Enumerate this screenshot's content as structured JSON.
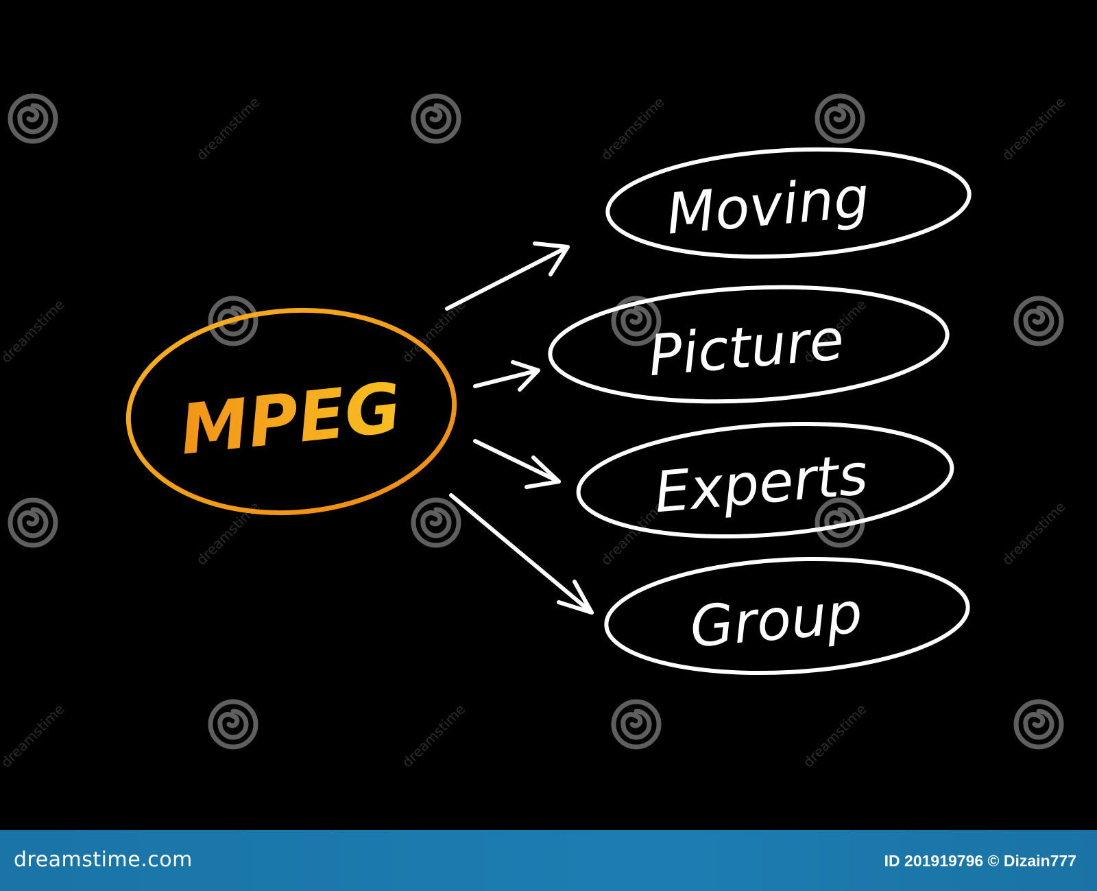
{
  "diagram": {
    "center": {
      "label": "MPEG",
      "color": "#f39b1c"
    },
    "nodes": [
      {
        "label": "Moving"
      },
      {
        "label": "Picture"
      },
      {
        "label": "Experts"
      },
      {
        "label": "Group"
      }
    ],
    "stroke_color": "#ffffff"
  },
  "watermark": {
    "text": "dreamstime",
    "icon": "spiral-icon"
  },
  "footer": {
    "brand": "dreamstime.com",
    "credit": "ID 201919796 © Dizain777",
    "background": "#1d7db2"
  }
}
